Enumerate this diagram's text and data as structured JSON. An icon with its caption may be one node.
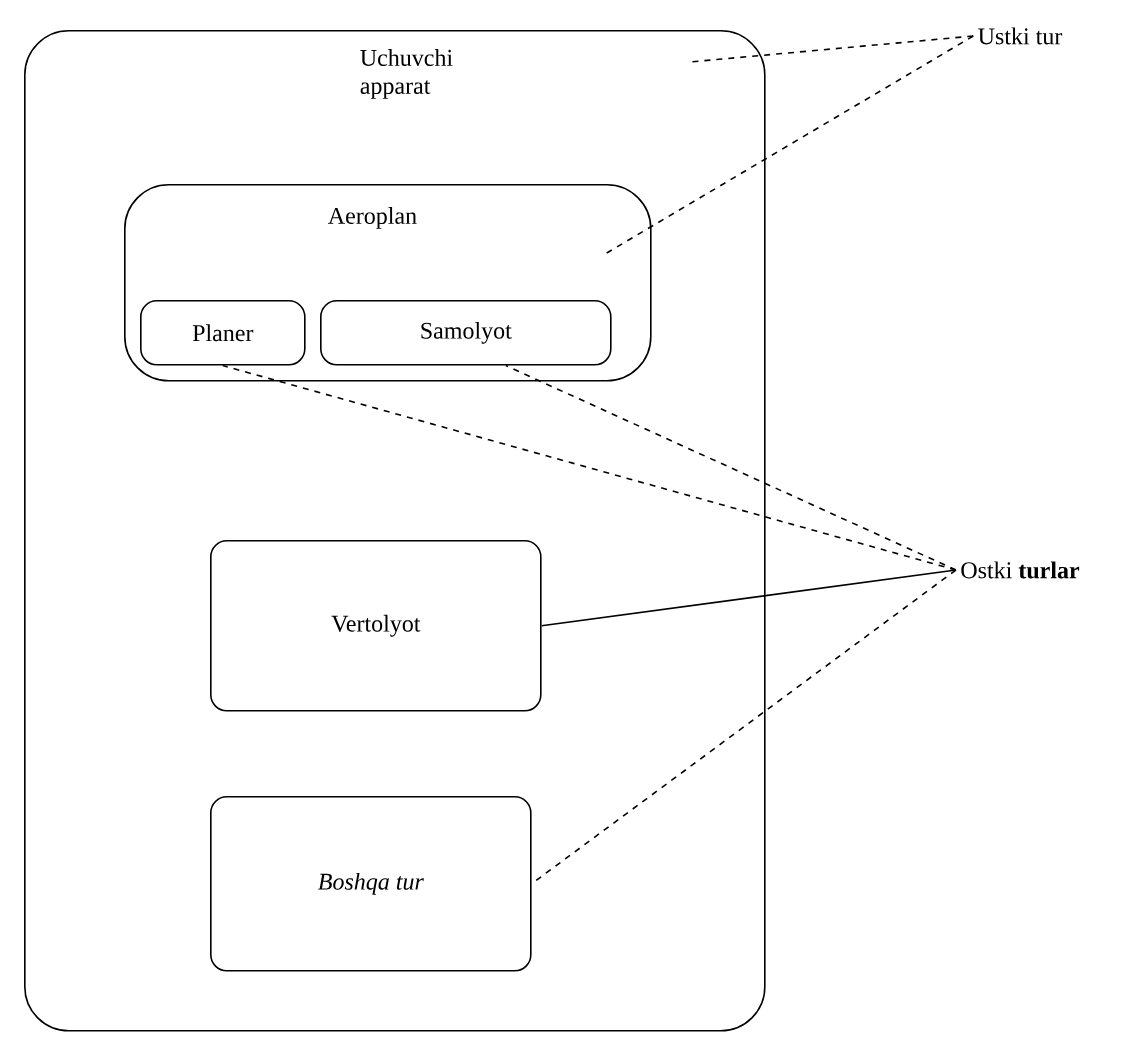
{
  "diagram": {
    "nodes": [
      {
        "text": [
          "Uchuvchi apparat"
        ]
      },
      {
        "text": [
          "Aeroplan"
        ],
        "in": 0
      },
      {
        "text": [
          "Planer"
        ],
        "in": 1
      },
      {
        "text": [
          "Samolyot"
        ],
        "in": 1
      },
      {
        "text": [
          "Vertolyot"
        ],
        "in": 0
      },
      {
        "text": [
          "Boshqa tur"
        ],
        "in": 0
      },
      {
        "text": [
          "Ustki tur"
        ]
      },
      {
        "text": [
          "Ostki **turlar**"
        ]
      }
    ],
    "edges": [
      {
        "from": 6,
        "to": 0,
        "arrow": "none",
        "style": "dashed"
      },
      {
        "from": 6,
        "to": 1,
        "arrow": "none",
        "style": "dashed"
      },
      {
        "from": 7,
        "to": 2,
        "arrow": "none",
        "style": "dashed"
      },
      {
        "from": 7,
        "to": 3,
        "arrow": "none",
        "style": "dashed"
      },
      {
        "from": 7,
        "to": 4,
        "arrow": "none"
      },
      {
        "from": 7,
        "to": 5,
        "arrow": "none",
        "style": "dashed"
      }
    ]
  }
}
